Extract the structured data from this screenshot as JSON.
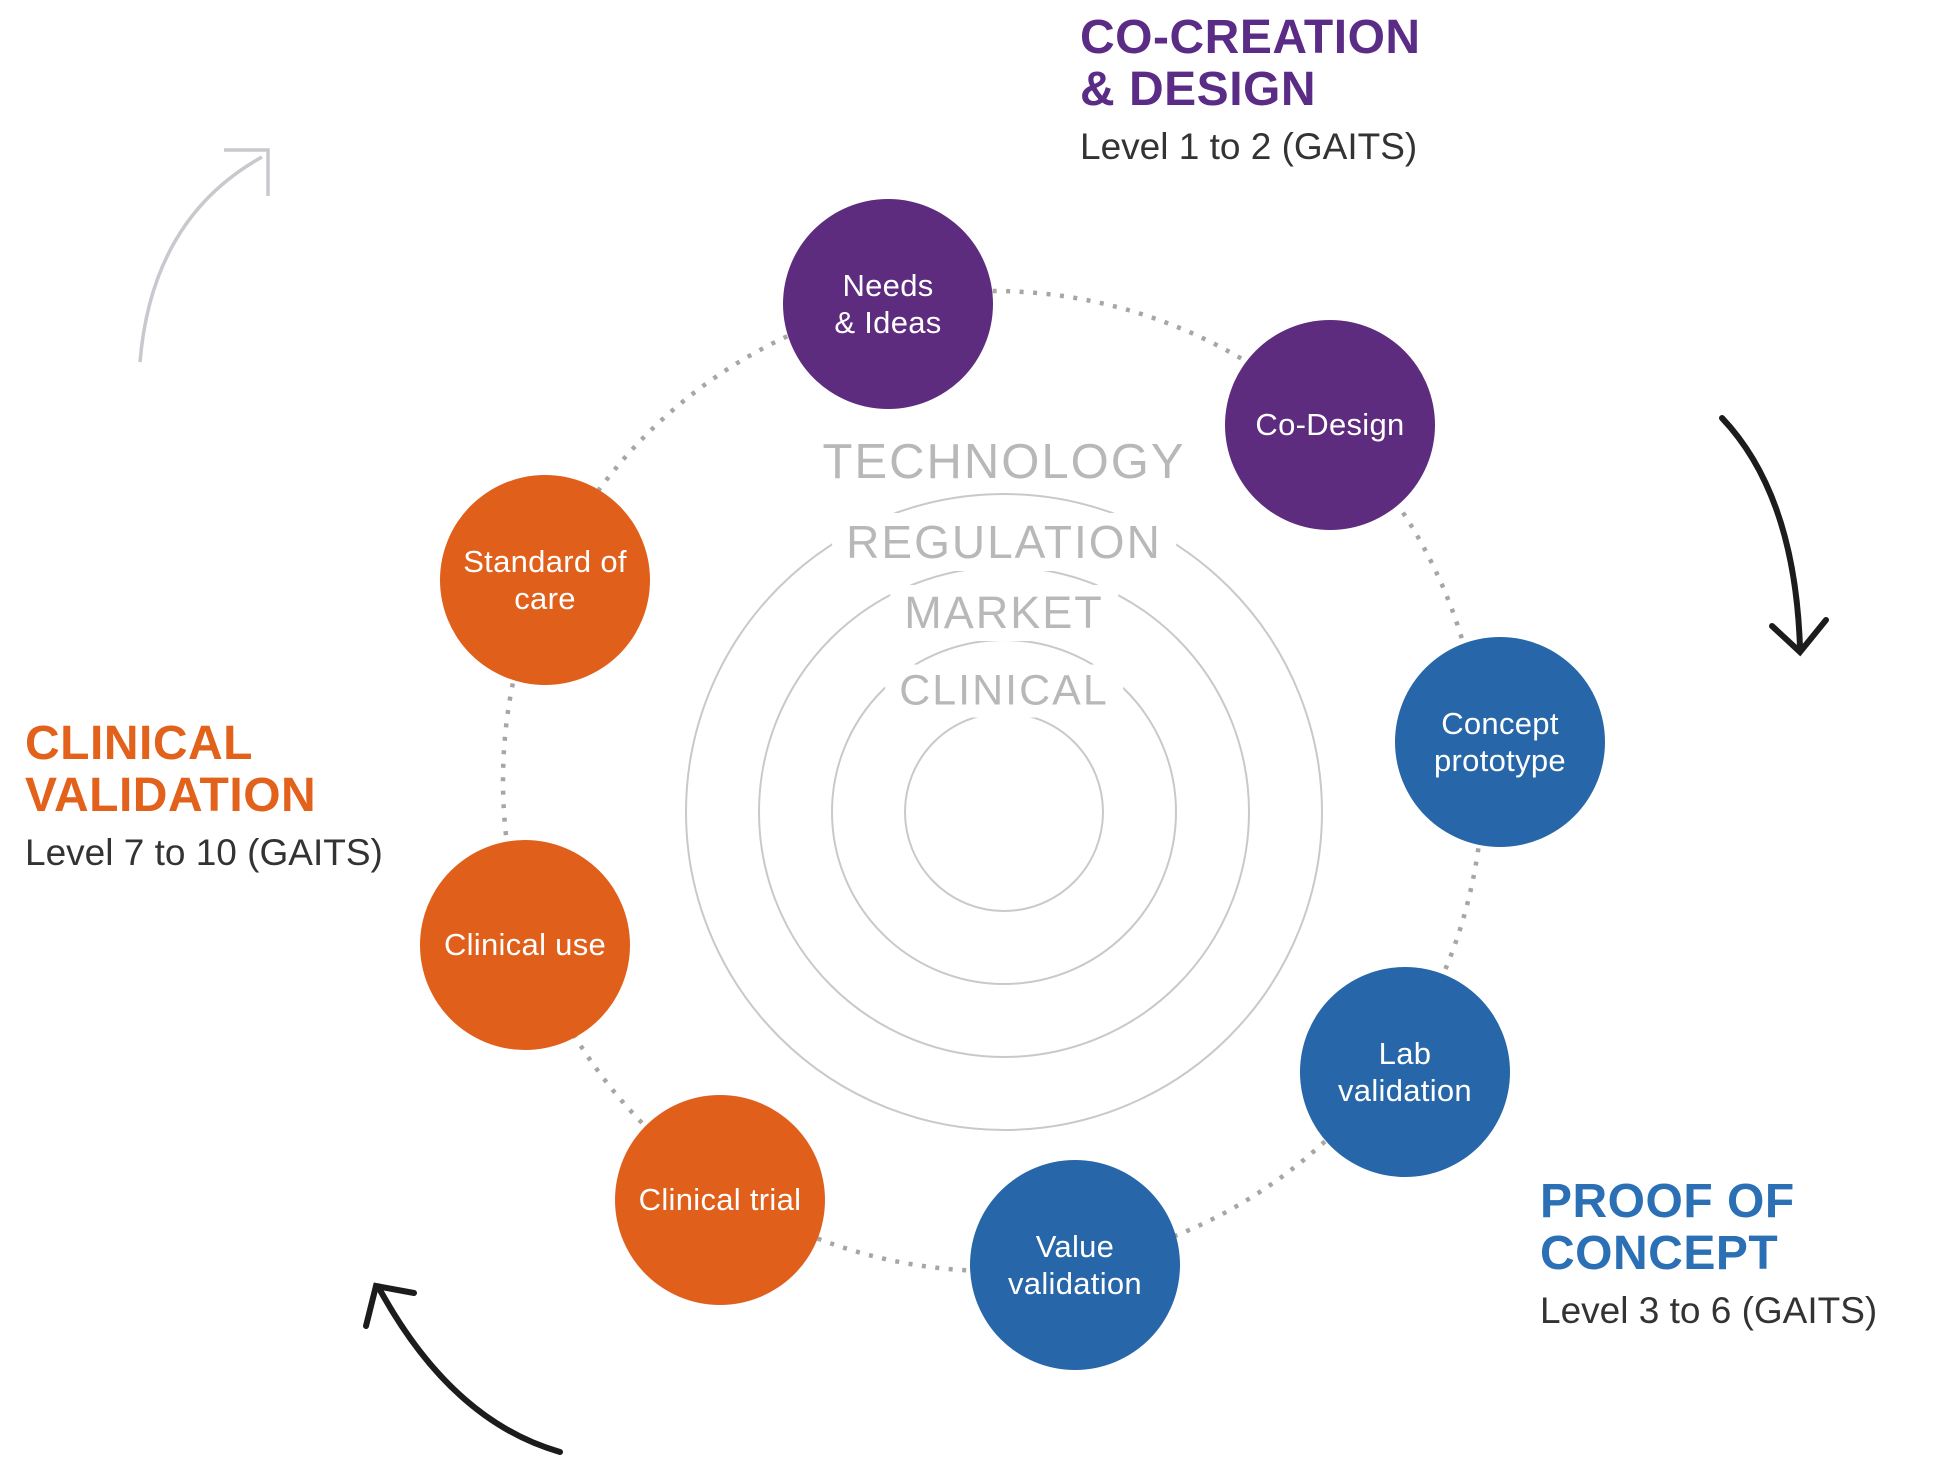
{
  "diagram": {
    "title_semantic": "Medical device innovation cycle (GAITS levels)",
    "phases": [
      {
        "id": "co-creation-design",
        "title": "CO-CREATION\n& DESIGN",
        "level": "Level 1 to 2 (GAITS)",
        "color": "#5B2C85"
      },
      {
        "id": "proof-of-concept",
        "title": "PROOF OF\nCONCEPT",
        "level": "Level 3 to 6 (GAITS)",
        "color": "#2B6FB5"
      },
      {
        "id": "clinical-validation",
        "title": "CLINICAL\nVALIDATION",
        "level": "Level 7 to 10 (GAITS)",
        "color": "#E2611B"
      }
    ],
    "nodes": [
      {
        "id": "needs-ideas",
        "label": "Needs\n& Ideas",
        "color": "#5E2C7F"
      },
      {
        "id": "co-design",
        "label": "Co-Design",
        "color": "#5E2C7F"
      },
      {
        "id": "concept-prototype",
        "label": "Concept\nprototype",
        "color": "#2767A9"
      },
      {
        "id": "lab-validation",
        "label": "Lab\nvalidation",
        "color": "#2767A9"
      },
      {
        "id": "value-validation",
        "label": "Value\nvalidation",
        "color": "#2767A9"
      },
      {
        "id": "clinical-trial",
        "label": "Clinical trial",
        "color": "#E05F1B"
      },
      {
        "id": "clinical-use",
        "label": "Clinical use",
        "color": "#E05F1B"
      },
      {
        "id": "standard-of-care",
        "label": "Standard of\ncare",
        "color": "#E05F1B"
      }
    ],
    "center_rings": [
      "TECHNOLOGY",
      "REGULATION",
      "MARKET",
      "CLINICAL"
    ]
  },
  "colors": {
    "level_text": "#333333",
    "ring_label_text": "#B8B8B8",
    "center_ring_stroke": "#C9C9C9",
    "dotted_ring": "#A8A5A2",
    "arrow_gray": "#C8C8CE",
    "arrow_black": "#1C1C1C"
  }
}
